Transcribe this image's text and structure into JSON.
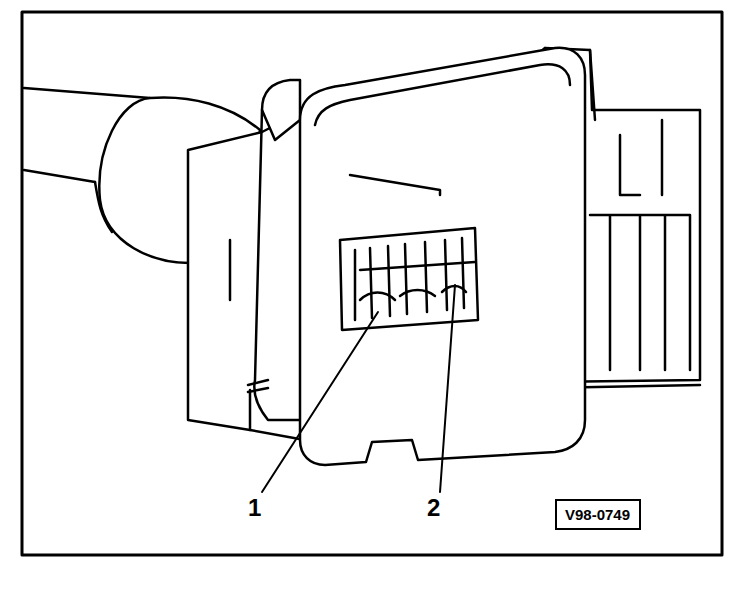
{
  "diagram": {
    "nodes": [
      {
        "text": [
          "V98-0749"
        ]
      }
    ],
    "labels": [
      "1",
      "2"
    ]
  }
}
